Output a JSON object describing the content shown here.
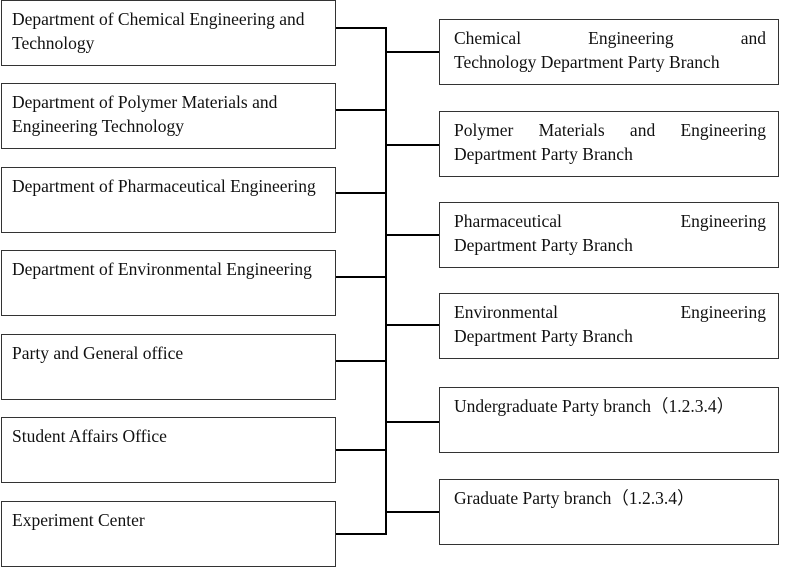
{
  "departments": [
    "Department of Chemical Engineering and Technology",
    "Department of Polymer Materials and Engineering Technology",
    "Department of Pharmaceutical Engineering",
    "Department of Environmental Engineering",
    "Party and General office",
    "Student Affairs Office",
    "Experiment Center"
  ],
  "branches": [
    {
      "line1": "Chemical Engineering and",
      "line2": "Technology Department Party Branch"
    },
    {
      "line1": "Polymer Materials and Engineering",
      "line2": "Department Party Branch"
    },
    {
      "line1": "Pharmaceutical Engineering",
      "line2": "Department Party Branch"
    },
    {
      "line1": "Environmental Engineering",
      "line2": "Department Party Branch"
    },
    {
      "line1": "Undergraduate Party branch（1.2.3.4）",
      "line2": ""
    },
    {
      "line1": "Graduate Party branch（1.2.3.4）",
      "line2": ""
    }
  ]
}
